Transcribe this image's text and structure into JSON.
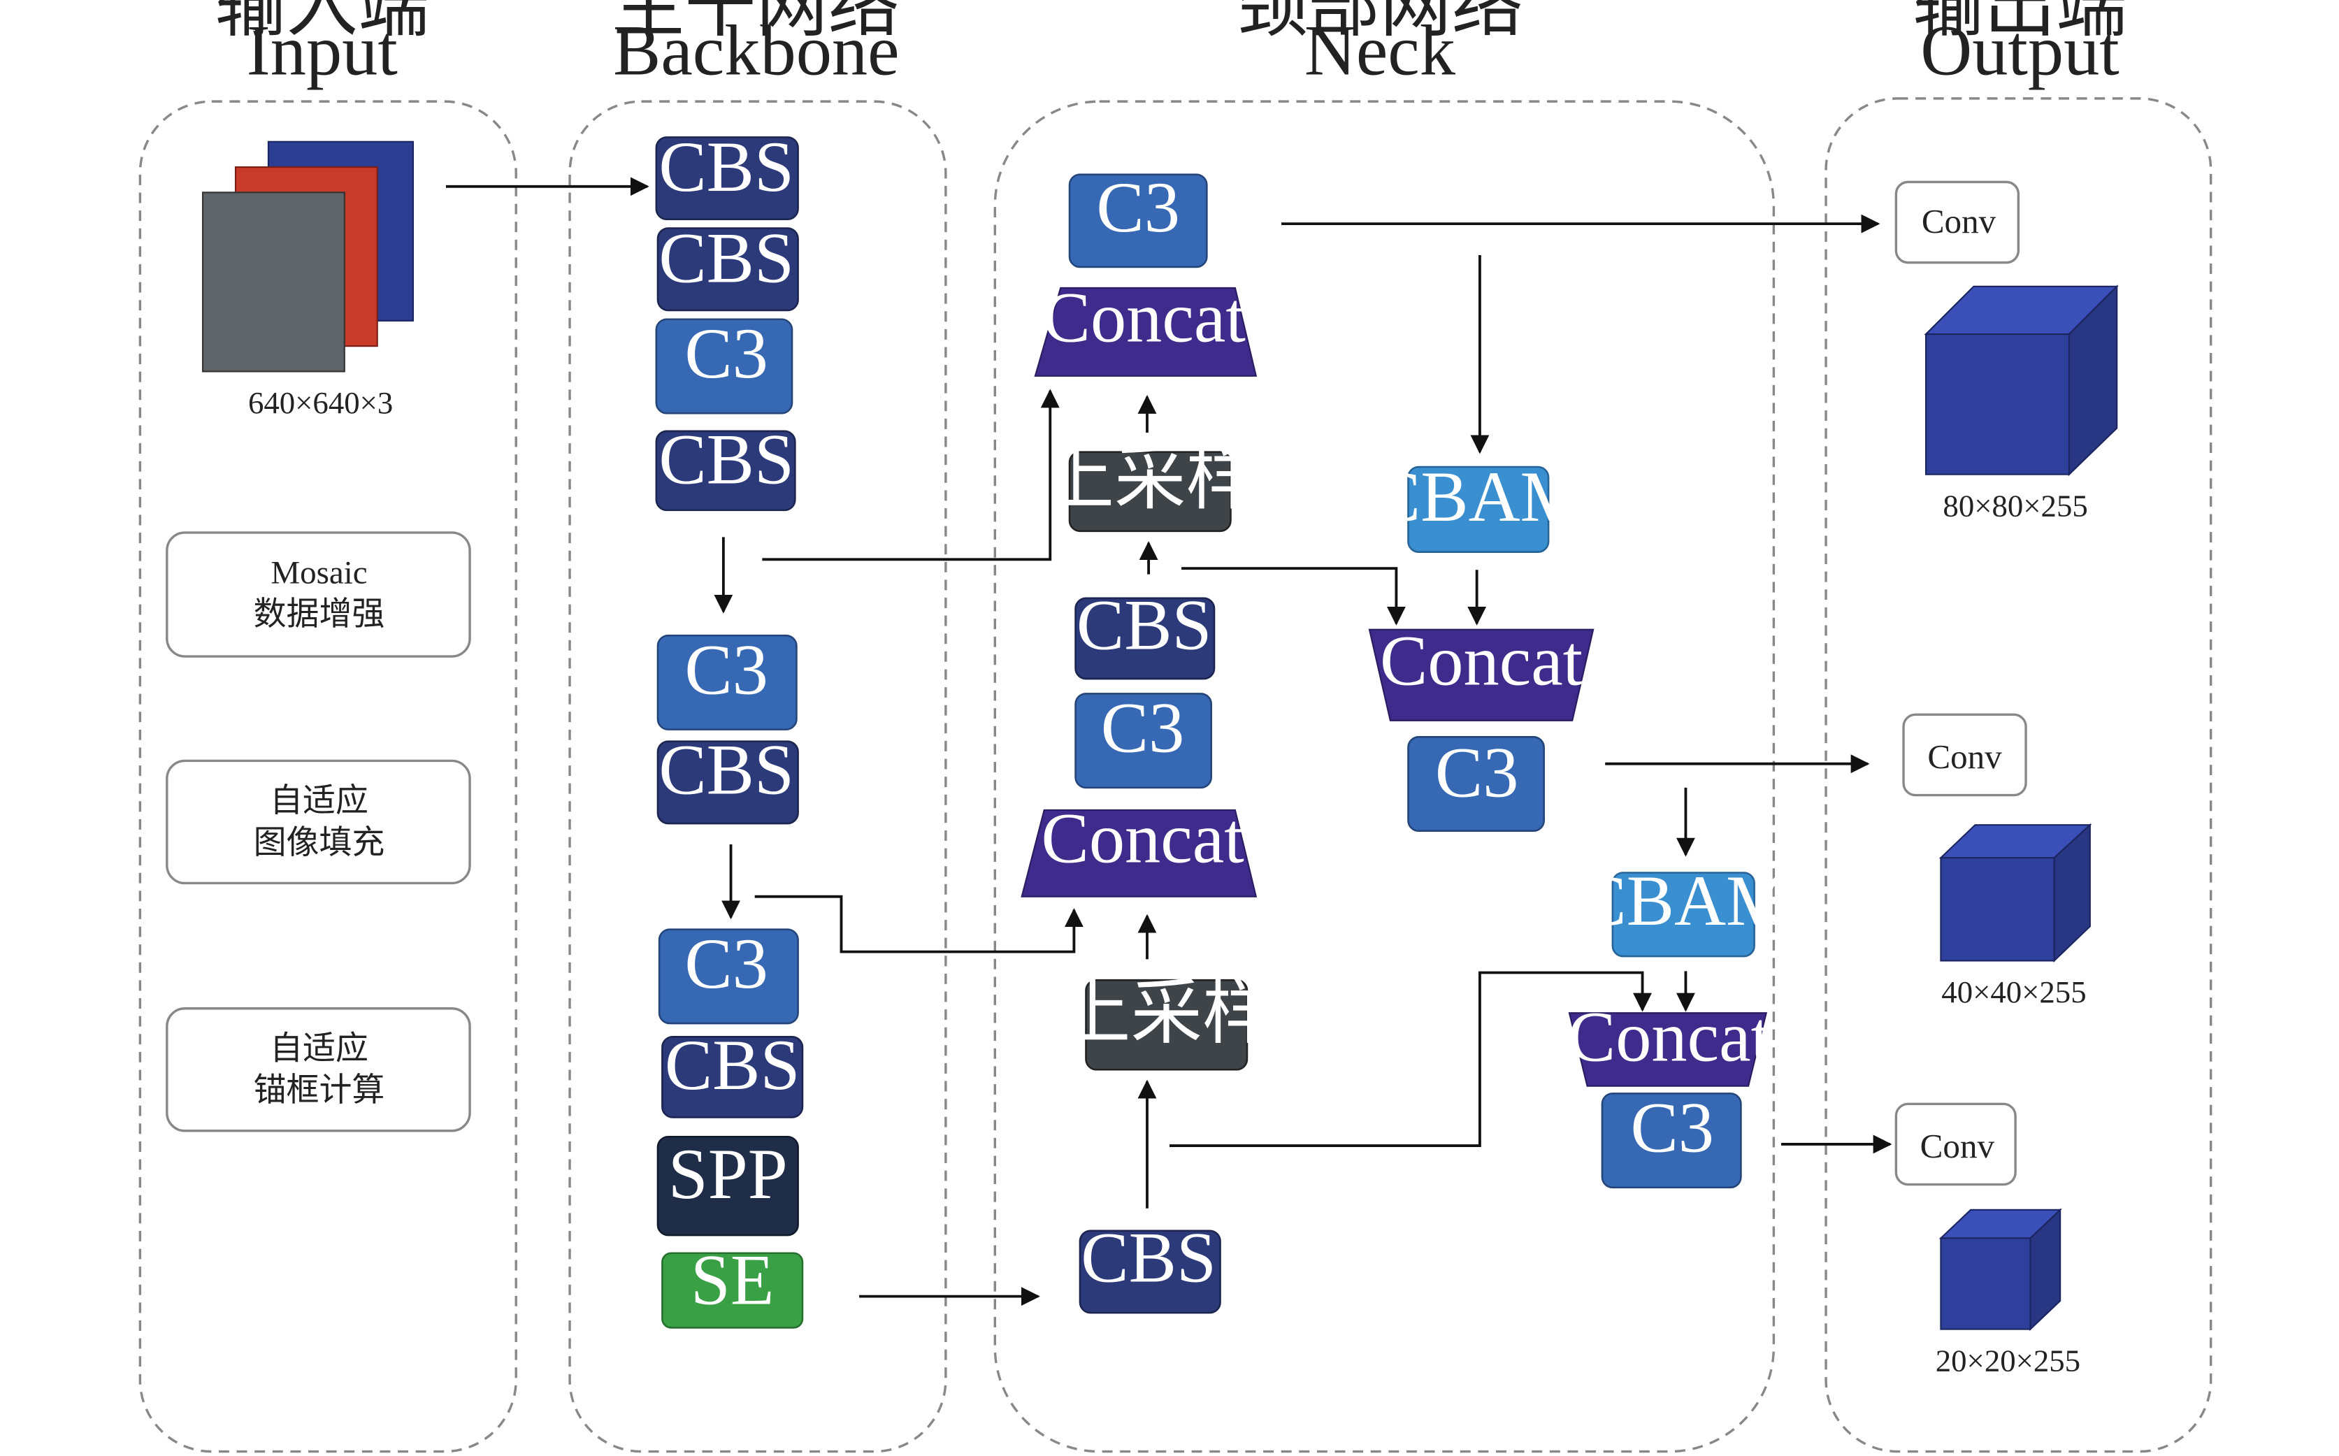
{
  "colors": {
    "cbs": "#2c3a7a",
    "c3": "#3768b4",
    "concat": "#3f2b8c",
    "upsample": "#3f4448",
    "cbam": "#3a8fd0",
    "spp": "#1f2d48",
    "se": "#3aa046",
    "cube_front": "#2f3f9c",
    "cube_top": "#3a4fb8",
    "cube_side": "#283684",
    "img_blue": "#2c3d94",
    "img_red": "#c83a2a",
    "img_gray": "#5f6468"
  },
  "sections": {
    "input": {
      "title_cn": "输入端",
      "title_en": "Input"
    },
    "backbone": {
      "title_cn": "主干网络",
      "title_en": "Backbone"
    },
    "neck": {
      "title_cn": "颈部网络",
      "title_en": "Neck"
    },
    "output": {
      "title_cn": "输出端",
      "title_en": "Output"
    }
  },
  "input": {
    "image_size": "640×640×3",
    "augment1": {
      "line1": "Mosaic",
      "line2": "数据增强"
    },
    "augment2": {
      "line1": "自适应",
      "line2": "图像填充"
    },
    "augment3": {
      "line1": "自适应",
      "line2": "锚框计算"
    }
  },
  "backbone": {
    "b1": "CBS",
    "b2": "CBS",
    "b3": "C3",
    "b4": "CBS",
    "b5": "C3",
    "b6": "CBS",
    "b7": "C3",
    "b8": "CBS",
    "b9": "SPP",
    "b10": "SE"
  },
  "neck": {
    "c3_top": "C3",
    "concat_top": "Concat",
    "upsample1": "上采样",
    "cbs_mid": "CBS",
    "c3_mid": "C3",
    "concat_mid": "Concat",
    "upsample2": "上采样",
    "cbs_bottom": "CBS",
    "cbam1": "CBAM",
    "concat_right1": "Concat",
    "c3_right1": "C3",
    "cbam2": "CBAM",
    "concat_right2": "Concat",
    "c3_right2": "C3"
  },
  "output": {
    "conv1": "Conv",
    "size1": "80×80×255",
    "conv2": "Conv",
    "size2": "40×40×255",
    "conv3": "Conv",
    "size3": "20×20×255"
  }
}
